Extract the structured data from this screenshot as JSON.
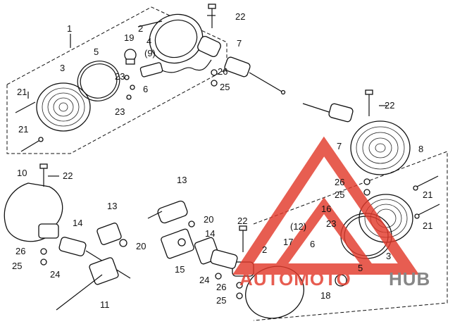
{
  "diagram": {
    "callouts": [
      {
        "id": "c1",
        "text": "1"
      },
      {
        "id": "c2a",
        "text": "2"
      },
      {
        "id": "c3a",
        "text": "3"
      },
      {
        "id": "c4",
        "text": "4"
      },
      {
        "id": "c5a",
        "text": "5"
      },
      {
        "id": "c9",
        "text": "(9)"
      },
      {
        "id": "c19",
        "text": "19"
      },
      {
        "id": "c22a",
        "text": "22"
      },
      {
        "id": "c7a",
        "text": "7"
      },
      {
        "id": "c26a",
        "text": "26"
      },
      {
        "id": "c25a",
        "text": "25"
      },
      {
        "id": "c23a",
        "text": "23"
      },
      {
        "id": "c6a",
        "text": "6"
      },
      {
        "id": "c23b",
        "text": "23"
      },
      {
        "id": "c21a",
        "text": "21"
      },
      {
        "id": "c21b",
        "text": "21"
      },
      {
        "id": "c22b",
        "text": "22"
      },
      {
        "id": "c7b",
        "text": "7"
      },
      {
        "id": "c8",
        "text": "8"
      },
      {
        "id": "c10",
        "text": "10"
      },
      {
        "id": "c22c",
        "text": "22"
      },
      {
        "id": "c13a",
        "text": "13"
      },
      {
        "id": "c13b",
        "text": "13"
      },
      {
        "id": "c14a",
        "text": "14"
      },
      {
        "id": "c20a",
        "text": "20"
      },
      {
        "id": "c20b",
        "text": "20"
      },
      {
        "id": "c14b",
        "text": "14"
      },
      {
        "id": "c15",
        "text": "15"
      },
      {
        "id": "c11",
        "text": "11"
      },
      {
        "id": "c26b",
        "text": "26"
      },
      {
        "id": "c25b",
        "text": "25"
      },
      {
        "id": "c24a",
        "text": "24"
      },
      {
        "id": "c24b",
        "text": "24"
      },
      {
        "id": "c26c",
        "text": "26"
      },
      {
        "id": "c25c",
        "text": "25"
      },
      {
        "id": "c22d",
        "text": "22"
      },
      {
        "id": "c26d",
        "text": "26"
      },
      {
        "id": "c25d",
        "text": "25"
      },
      {
        "id": "c16",
        "text": "16"
      },
      {
        "id": "c12",
        "text": "(12)"
      },
      {
        "id": "c23c",
        "text": "23"
      },
      {
        "id": "c17",
        "text": "17"
      },
      {
        "id": "c6b",
        "text": "6"
      },
      {
        "id": "c2b",
        "text": "2"
      },
      {
        "id": "c5b",
        "text": "5"
      },
      {
        "id": "c3b",
        "text": "3"
      },
      {
        "id": "c18",
        "text": "18"
      },
      {
        "id": "c21c",
        "text": "21"
      },
      {
        "id": "c21d",
        "text": "21"
      }
    ]
  },
  "watermark": {
    "part1": "AUTOMOTO",
    "part2": "HUB",
    "color1": "#e23a2b",
    "color2": "#6d6d6d",
    "logo_color": "#e23a2b"
  }
}
